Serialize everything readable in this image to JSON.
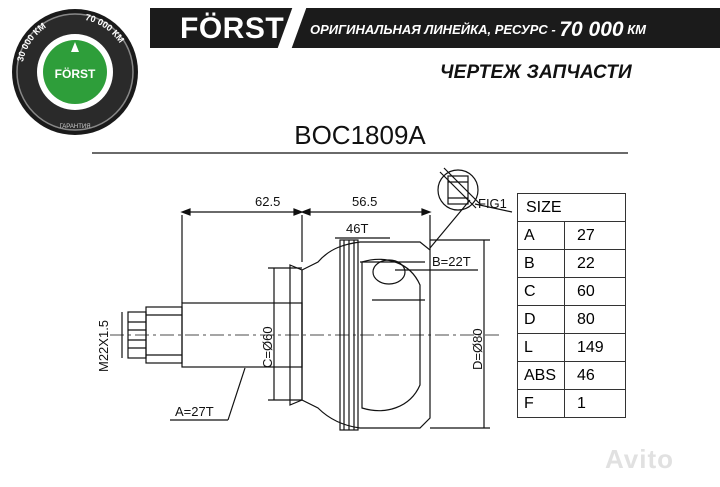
{
  "header": {
    "brand": "FÖRST",
    "tagline_prefix": "ОРИГИНАЛЬНАЯ ЛИНЕЙКА, РЕСУРС - ",
    "tagline_value": "70 000",
    "tagline_unit": " КМ"
  },
  "badge": {
    "brand": "FÖRST",
    "left_text": "30 000 КМ",
    "right_text": "70 000 КМ",
    "bottom_text": "ГАРАНТИЯ",
    "accent_color": "#2e9e3a"
  },
  "subtitle": "ЧЕРТЕЖ ЗАПЧАСТИ",
  "part_number": "BOC1809A",
  "drawing": {
    "dim_top_left": "62.5",
    "dim_top_right": "56.5",
    "teeth_outer": "46T",
    "fig_label": "FIG1",
    "b_label": "B=22T",
    "a_label": "A=27T",
    "c_label": "C=Ø60",
    "d_label": "D=Ø80",
    "thread_label": "M22X1.5"
  },
  "size_table": {
    "header": "SIZE",
    "rows": [
      {
        "key": "A",
        "value": "27"
      },
      {
        "key": "B",
        "value": "22"
      },
      {
        "key": "C",
        "value": "60"
      },
      {
        "key": "D",
        "value": "80"
      },
      {
        "key": "L",
        "value": "149"
      },
      {
        "key": "ABS",
        "value": "46"
      },
      {
        "key": "F",
        "value": "1"
      }
    ]
  },
  "watermark": "Avito"
}
